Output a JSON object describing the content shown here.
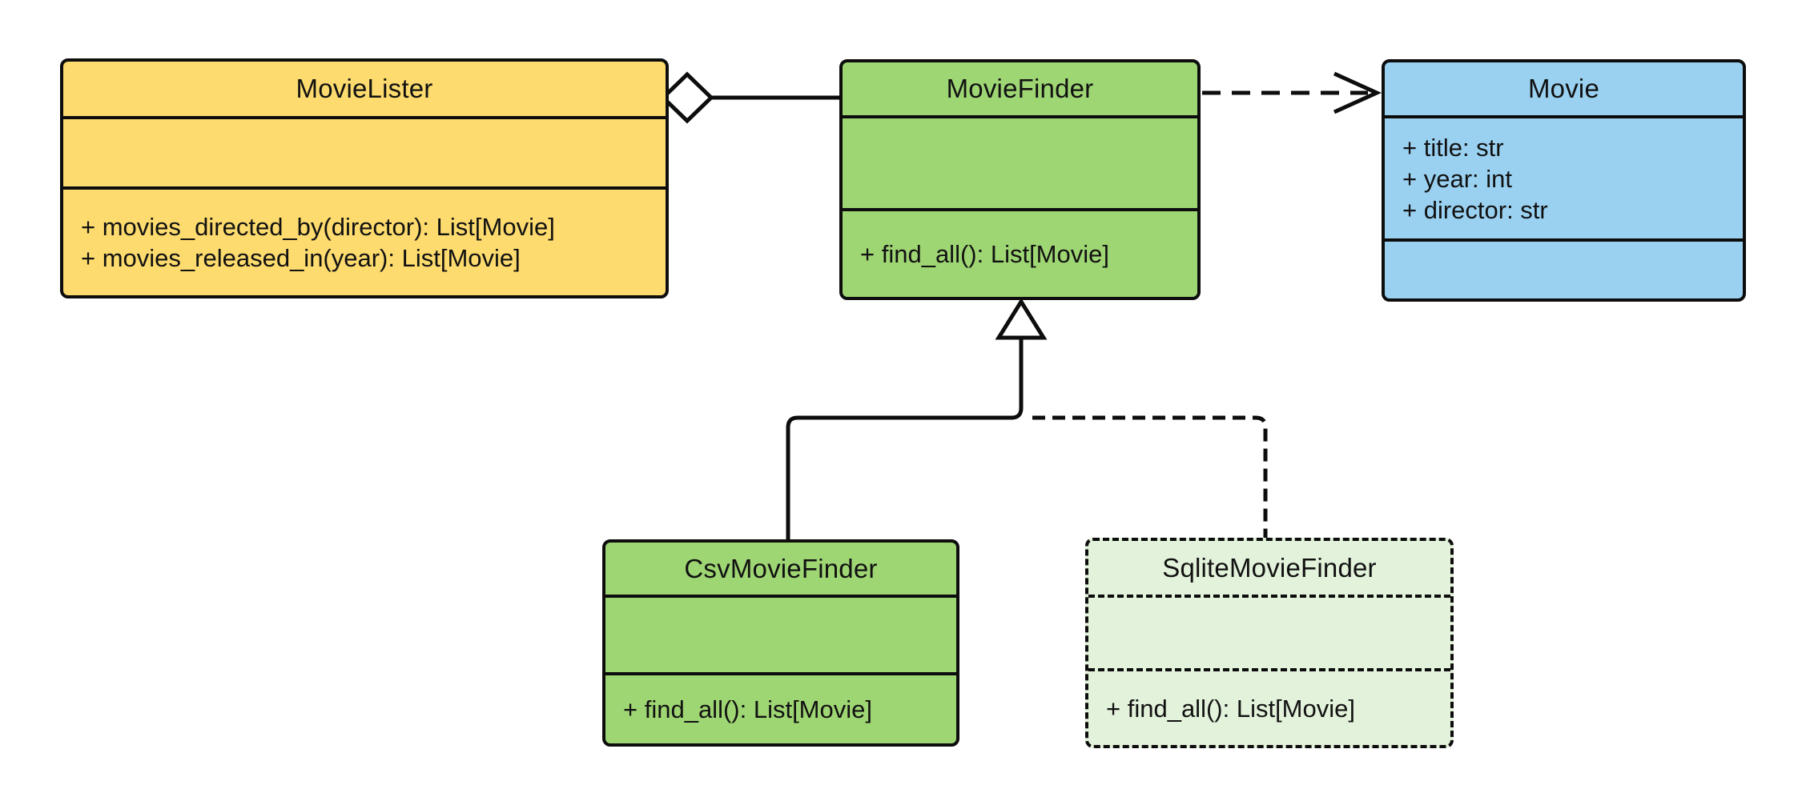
{
  "diagram": {
    "kind": "uml-class-diagram",
    "background": "#ffffff",
    "stroke_color": "#0d0d0d",
    "classes": [
      {
        "name": "MovieLister",
        "fill": "#FDDB6E",
        "border": "solid",
        "attributes": [],
        "methods": [
          "+ movies_directed_by(director): List[Movie]",
          "+ movies_released_in(year): List[Movie]"
        ]
      },
      {
        "name": "MovieFinder",
        "fill": "#9FD674",
        "border": "solid",
        "attributes": [],
        "methods": [
          "+ find_all(): List[Movie]"
        ]
      },
      {
        "name": "Movie",
        "fill": "#9AD1F1",
        "border": "solid",
        "attributes": [
          "+ title: str",
          "+ year: int",
          "+ director: str"
        ],
        "methods": []
      },
      {
        "name": "CsvMovieFinder",
        "fill": "#9FD674",
        "border": "solid",
        "attributes": [],
        "methods": [
          "+ find_all(): List[Movie]"
        ]
      },
      {
        "name": "SqliteMovieFinder",
        "fill": "#E3F2DB",
        "border": "dashed",
        "attributes": [],
        "methods": [
          "+ find_all(): List[Movie]"
        ]
      }
    ],
    "relationships": [
      {
        "type": "aggregation",
        "owner": "MovieLister",
        "part": "MovieFinder",
        "line": "solid",
        "marker": "hollow-diamond"
      },
      {
        "type": "dependency",
        "from": "MovieFinder",
        "to": "Movie",
        "line": "dashed",
        "marker": "open-arrow"
      },
      {
        "type": "inheritance",
        "child": "CsvMovieFinder",
        "parent": "MovieFinder",
        "line": "solid",
        "marker": "hollow-triangle"
      },
      {
        "type": "inheritance",
        "child": "SqliteMovieFinder",
        "parent": "MovieFinder",
        "line": "dashed",
        "marker": "hollow-triangle"
      }
    ]
  }
}
